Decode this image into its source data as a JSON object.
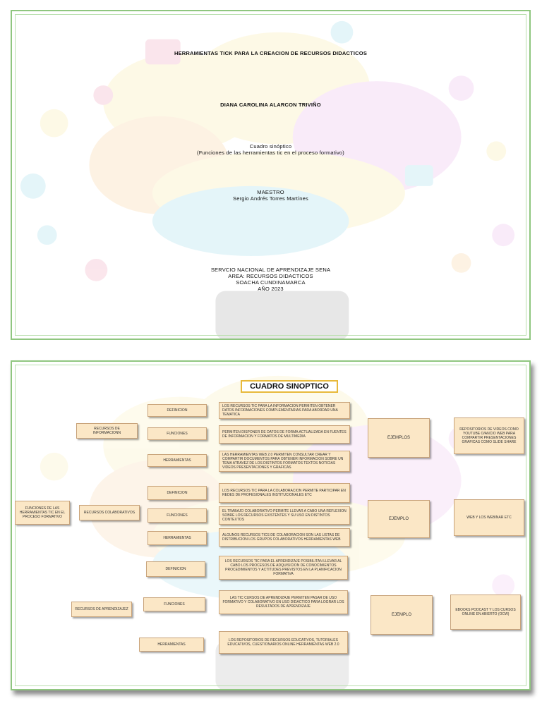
{
  "cover": {
    "title": "HERRAMIENTAS TICK PARA LA CREACION DE RECURSOS DIDACTICOS",
    "author": "DIANA CAROLINA ALARCON TRIVIÑO",
    "doc_type": "Cuadro sinóptico",
    "doc_subtitle": "(Funciones de las herramientas tic en el proceso formativo)",
    "teacher_label": "MAESTRO",
    "teacher_name": "Sergio Andrés Torres Martínes",
    "institution": "SERVCIO NACIONAL DE APRENDIZAJE SENA",
    "area": "AREA: RECURSOS DIDACTICOS",
    "city": "SOACHA CUNDINAMARCA",
    "year": "AÑO 2023"
  },
  "chart": {
    "title": "CUADRO SINOPTICO",
    "root": "FUNCIONES DE LAS HERRAMIENTAS TIC EN EL PROCESO FORMATIVO",
    "groups": [
      {
        "name": "RECURSOS DE INFORMACIONN",
        "rows": [
          {
            "label": "DEFINICION",
            "text": "LOS RECURSOS TIC PARA LA INFORMACION PERMITEN OBTENER DATOS INFORMACIONES COMPLEMENTARIAS PARA ABORDAR UNA TEMATICA"
          },
          {
            "label": "FUNCIONES",
            "text": "PERMITEN DISPONER DE DATOS DE FORMA ACTUALIZADA EN FUENTES DE INFORMACION Y FORMATOS DE MULTIMEDIA"
          },
          {
            "label": "HERRAMIENTAS",
            "text": "LAS HERRAMIENTAS WEB 2.0 PERMITEN CONSULTAR CREAR Y COMPARTIR DOCUMENTOS PARA OBTENER INFORMACION SOBRE UN TEMA ATRAVEZ DE LOS DISTINTOS FORMATOS TEXTOS NOTICIAS VIDEOS PRESENTACIONES Y GRAFICAS"
          }
        ],
        "example_label": "EJEMPLOS",
        "example": "REPOSITORIOS DE VIDEOS COMO YOUTUBE O/ANCIO WEB PARA COMPARTIR PRESENTACIONES GRAFICAS COMO SLIDE SHARE"
      },
      {
        "name": "RECURSOS COLABORATIVOS",
        "rows": [
          {
            "label": "DEFINICION",
            "text": "LOS RECURSOS TIC PARA LA COLABORACION PERMITE PARTICIPAR EN REDES DE PROFESIONALES INSTITUCIONALES ETC"
          },
          {
            "label": "FUNCIONES",
            "text": "EL TRABAJO COLABORATIVO PERMITE LLEVAR A CABO UNA REFLEXION SOBRE LOS RECURSOS EXISTENTES Y SU USO EN DISTINTOS CONTEXTOS"
          },
          {
            "label": "HERRAMIENTAS",
            "text": "ALGUNOS RECURSOS TICS DE COLABORACION SON LAS LISTAS DE DISTRIBUCION LOS GRUPOS COLABORATIVOS HERRAMIENTAS WEB"
          }
        ],
        "example_label": "EJEMPLO",
        "example": "WEB Y LOS WEBINAR ETC"
      },
      {
        "name": "RECURSOS DE APRENDIZAJEZ",
        "rows": [
          {
            "label": "DEFINICION",
            "text": "LOS RECURSOS TIC PARA EL APRENDIZAJE POSIBILITAN LLEVAR AL CABO LOS PROCESOS DE ADQUISICION DE CONOCIMIENTOS PROCEDIMIENTOS Y ACTITUDES PREVISTOS EN LA PLANIFICACION FORMATIVA"
          },
          {
            "label": "FUNCIONES",
            "text": "LAS TIC CURSOS DE APRENDIZAJE PERMITEN PASAR DE USO FORMATIVO Y COLABORATIVO EN USO DIDACTICO PARA LOGRAR LOS RESULTADOS DE APRENDIZAJE"
          },
          {
            "label": "HERRAMIENTAS",
            "text": "LOS REPOSITORIOS DE RECURSOS EDUCATIVOS, TUTORIALES EDUCATIVOS, CUESTIONARIOS ONLINE HERRAMIENTAS WEB 2.0"
          }
        ],
        "example_label": "EJEMPLO",
        "example": "EBOOKS PODCAST Y LOS CURSOS ONLINE EN ABIERTO (OCW)"
      }
    ]
  }
}
